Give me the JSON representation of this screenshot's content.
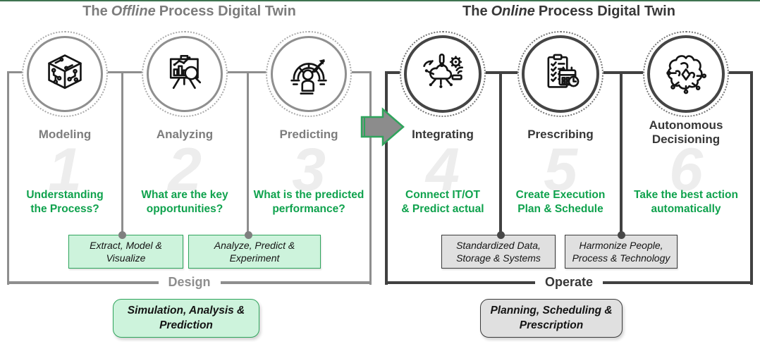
{
  "colors": {
    "accent_green": "#0FA24D",
    "green_fill": "#CDF3DC",
    "green_border": "#2FA45C",
    "gray_fill": "#E0E0E0",
    "dark_gray": "#3C3C3C",
    "light_gray": "#8E8E8E",
    "top_line_green": "#3E7350",
    "faint_number_gray": "#EDEDED"
  },
  "offline": {
    "title": {
      "pre": "The",
      "emphasis": "Offline",
      "post": "Process Digital Twin"
    },
    "stages": [
      {
        "name": "Modeling",
        "number": "1",
        "icon": "circuit-cube-icon",
        "question": [
          "Understanding",
          "the Process?"
        ]
      },
      {
        "name": "Analyzing",
        "number": "2",
        "icon": "chart-magnifier-icon",
        "question": [
          "What are the key",
          "opportunities?"
        ]
      },
      {
        "name": "Predicting",
        "number": "3",
        "icon": "gauge-person-icon",
        "question": [
          "What is the predicted",
          "performance?"
        ]
      }
    ],
    "callouts": [
      [
        "Extract, Model &",
        "Visualize"
      ],
      [
        "Analyze, Predict &",
        "Experiment"
      ]
    ],
    "group_label": "Design",
    "summary": [
      "Simulation, Analysis &",
      "Prediction"
    ]
  },
  "online": {
    "title": {
      "pre": "The",
      "emphasis": "Online",
      "post": "Process Digital Twin"
    },
    "stages": [
      {
        "name": "Integrating",
        "number": "4",
        "icon": "cloud-iot-icon",
        "question": [
          "Connect IT/OT",
          "& Predict actual"
        ]
      },
      {
        "name": "Prescribing",
        "number": "5",
        "icon": "checklist-calendar-icon",
        "question": [
          "Create Execution",
          "Plan & Schedule"
        ]
      },
      {
        "name": "Autonomous Decisioning",
        "number": "6",
        "icon": "brain-circuit-icon",
        "question": [
          "Take the best action",
          "automatically"
        ]
      }
    ],
    "callouts": [
      [
        "Standardized Data,",
        "Storage & Systems"
      ],
      [
        "Harmonize People,",
        "Process & Technology"
      ]
    ],
    "group_label": "Operate",
    "summary": [
      "Planning, Scheduling &",
      "Prescription"
    ]
  }
}
